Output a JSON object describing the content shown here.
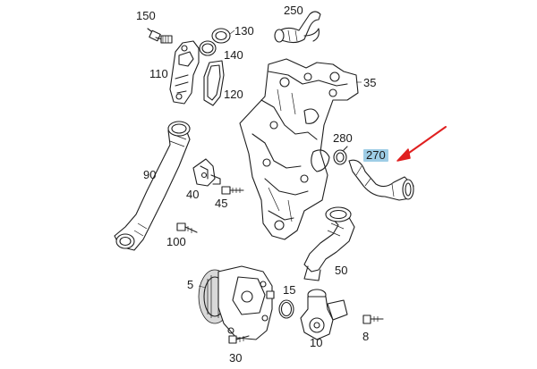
{
  "diagram": {
    "highlighted_part": "270",
    "parts": [
      {
        "id": "p150",
        "number": "150"
      },
      {
        "id": "p130",
        "number": "130"
      },
      {
        "id": "p250",
        "number": "250"
      },
      {
        "id": "p140",
        "number": "140"
      },
      {
        "id": "p110",
        "number": "110"
      },
      {
        "id": "p120",
        "number": "120"
      },
      {
        "id": "p35",
        "number": "35"
      },
      {
        "id": "p280",
        "number": "280"
      },
      {
        "id": "p270",
        "number": "270"
      },
      {
        "id": "p90",
        "number": "90"
      },
      {
        "id": "p40",
        "number": "40"
      },
      {
        "id": "p45",
        "number": "45"
      },
      {
        "id": "p100",
        "number": "100"
      },
      {
        "id": "p50",
        "number": "50"
      },
      {
        "id": "p5",
        "number": "5"
      },
      {
        "id": "p15",
        "number": "15"
      },
      {
        "id": "p10",
        "number": "10"
      },
      {
        "id": "p8",
        "number": "8"
      },
      {
        "id": "p30",
        "number": "30"
      }
    ],
    "colors": {
      "line": "#1f1f1f",
      "highlight": "#9ecde6",
      "arrow": "#e02020",
      "shade": "#d9d9d9"
    },
    "icons": {
      "arrow": "red-pointer-arrow"
    }
  }
}
